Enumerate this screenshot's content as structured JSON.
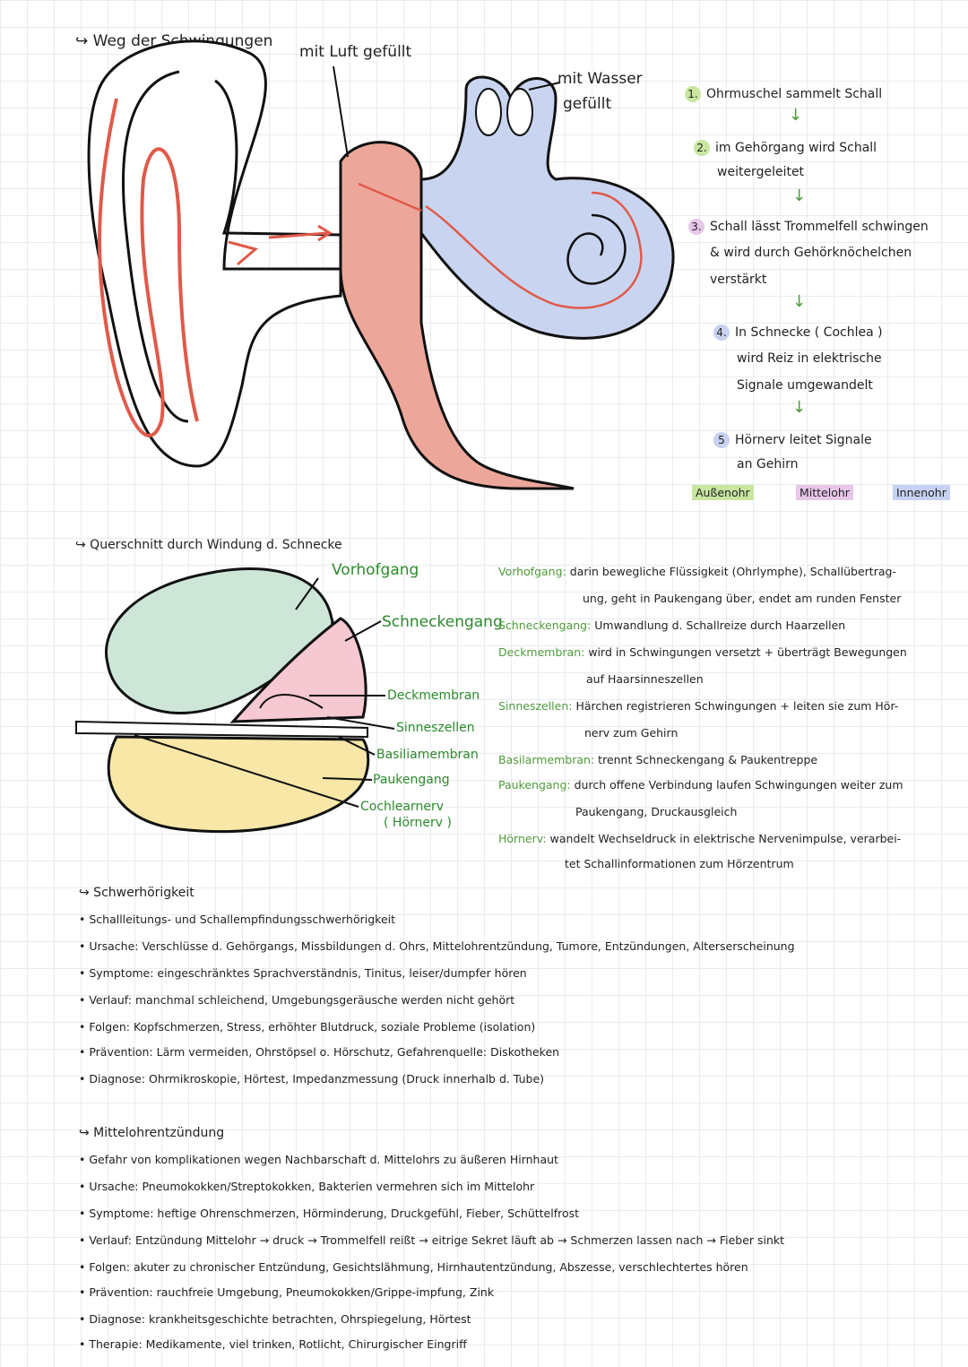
{
  "diagram1": {
    "title": "↪ Weg der Schwingungen",
    "label_air": "mit Luft gefüllt",
    "label_water_1": "mit Wasser",
    "label_water_2": "gefüllt"
  },
  "steps": [
    {
      "num": "1.",
      "text": "Ohrmuschel sammelt Schall"
    },
    {
      "num": "2.",
      "text": "im Gehörgang wird Schall",
      "text2": "weitergeleitet"
    },
    {
      "num": "3.",
      "text": "Schall lässt Trommelfell schwingen",
      "text2": "& wird durch Gehörknöchelchen",
      "text3": "verstärkt"
    },
    {
      "num": "4.",
      "text": "In Schnecke ( Cochlea )",
      "text2": "wird Reiz in elektrische",
      "text3": "Signale umgewandelt"
    },
    {
      "num": "5",
      "text": "Hörnerv leitet Signale",
      "text2": "an Gehirn"
    }
  ],
  "legend": {
    "outer": "Außenohr",
    "middle": "Mittelohr",
    "inner": "Innenohr"
  },
  "diagram2": {
    "title": "↪ Querschnitt durch Windung d. Schnecke",
    "l_vorhof": "Vorhofgang",
    "l_schneckengang": "Schneckengang",
    "l_deckmembran": "Deckmembran",
    "l_sinneszellen": "Sinneszellen",
    "l_basilar": "Basiliamembran",
    "l_pauken": "Paukengang",
    "l_cochlear1": "Cochlearnerv",
    "l_cochlear2": "( Hörnerv )"
  },
  "definitions": [
    {
      "term": "Vorhofgang:",
      "lines": [
        "darin bewegliche Flüssigkeit (Ohrlymphe), Schallübertrag-",
        "ung, geht in Paukengang über, endet am runden Fenster"
      ]
    },
    {
      "term": "Schneckengang:",
      "lines": [
        "Umwandlung d. Schallreize durch Haarzellen"
      ]
    },
    {
      "term": "Deckmembran:",
      "lines": [
        "wird in Schwingungen versetzt + überträgt Bewegungen",
        "auf Haarsinneszellen"
      ]
    },
    {
      "term": "Sinneszellen:",
      "lines": [
        "Härchen registrieren Schwingungen + leiten sie zum Hör-",
        "nerv zum Gehirn"
      ]
    },
    {
      "term": "Basilarmembran:",
      "lines": [
        "trennt Schneckengang & Paukentreppe"
      ]
    },
    {
      "term": "Paukengang:",
      "lines": [
        "durch offene Verbindung laufen Schwingungen weiter zum",
        "Paukengang, Druckausgleich"
      ]
    },
    {
      "term": "Hörnerv:",
      "lines": [
        "wandelt Wechseldruck in elektrische Nervenimpulse, verarbei-",
        "tet Schallinformationen zum Hörzentrum"
      ]
    }
  ],
  "hearing_loss": {
    "title": "↪ Schwerhörigkeit",
    "items": [
      "• Schallleitungs- und Schallempfindungsschwerhörigkeit",
      "• Ursache: Verschlüsse d. Gehörgangs, Missbildungen d. Ohrs, Mittelohrentzündung, Tumore, Entzündungen, Alterserscheinung",
      "• Symptome: eingeschränktes Sprachverständnis, Tinitus, leiser/dumpfer hören",
      "• Verlauf: manchmal schleichend, Umgebungsgeräusche werden nicht gehört",
      "• Folgen: Kopfschmerzen, Stress, erhöhter Blutdruck, soziale Probleme (isolation)",
      "• Prävention: Lärm vermeiden, Ohrstöpsel o. Hörschutz, Gefahrenquelle: Diskotheken",
      "• Diagnose: Ohrmikroskopie, Hörtest, Impedanzmessung (Druck innerhalb d. Tube)"
    ]
  },
  "otitis": {
    "title": "↪ Mittelohrentzündung",
    "items": [
      "• Gefahr von komplikationen wegen Nachbarschaft d. Mittelohrs zu äußeren Hirnhaut",
      "• Ursache: Pneumokokken/Streptokokken, Bakterien vermehren sich im Mittelohr",
      "• Symptome: heftige Ohrenschmerzen, Hörminderung, Druckgefühl, Fieber, Schüttelfrost",
      "• Verlauf: Entzündung Mittelohr → druck → Trommelfell reißt → eitrige Sekret läuft ab → Schmerzen lassen nach → Fieber sinkt",
      "• Folgen: akuter zu chronischer Entzündung, Gesichtslähmung, Hirnhautentzündung, Abszesse, verschlechtertes hören",
      "• Prävention: rauchfreie Umgebung, Pneumokokken/Grippe-impfung, Zink",
      "• Diagnose: krankheitsgeschichte betrachten, Ohrspiegelung, Hörtest",
      "• Therapie: Medikamente, viel trinken, Rotlicht, Chirurgischer Eingriff"
    ]
  },
  "colors": {
    "outer": "#d9e8c0",
    "middle": "#eda79a",
    "inner": "#c9d5f0",
    "arrow": "#e05a4a",
    "vorhof": "#cde6d8",
    "schnecke": "#f6c8d2",
    "pauken": "#f8e7a6"
  }
}
